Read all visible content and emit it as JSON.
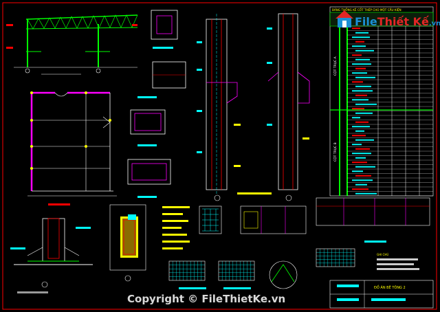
{
  "watermark": {
    "brand_left": "File",
    "brand_right": "Thiết Kế",
    "brand_suffix": ".vn",
    "copyright": "Copyright © FileThietKe.vn"
  },
  "title_block": {
    "project": "ĐỒ ÁN BÊ TÔNG 2"
  },
  "notes": {
    "title": "GHI CHÚ"
  },
  "table": {
    "title": "BẢNG THỐNG KÊ CỐT THÉP CHO MỘT CẤU KIỆN",
    "section_a": "CỘT TRỤC A",
    "section_b": "CỘT TRỤC B",
    "rows": 38
  },
  "colors": {
    "background": "#000000",
    "frame": "#ff0000",
    "beam": "#00ff00",
    "column": "#ff00ff",
    "detail": "#00ffff",
    "rebar": "#ff0000",
    "label": "#ffffff",
    "dimension": "#ffff00",
    "brand_blue": "#1b8fd6",
    "brand_red": "#e32626"
  },
  "icons": {
    "logo": "house-logo-icon"
  }
}
